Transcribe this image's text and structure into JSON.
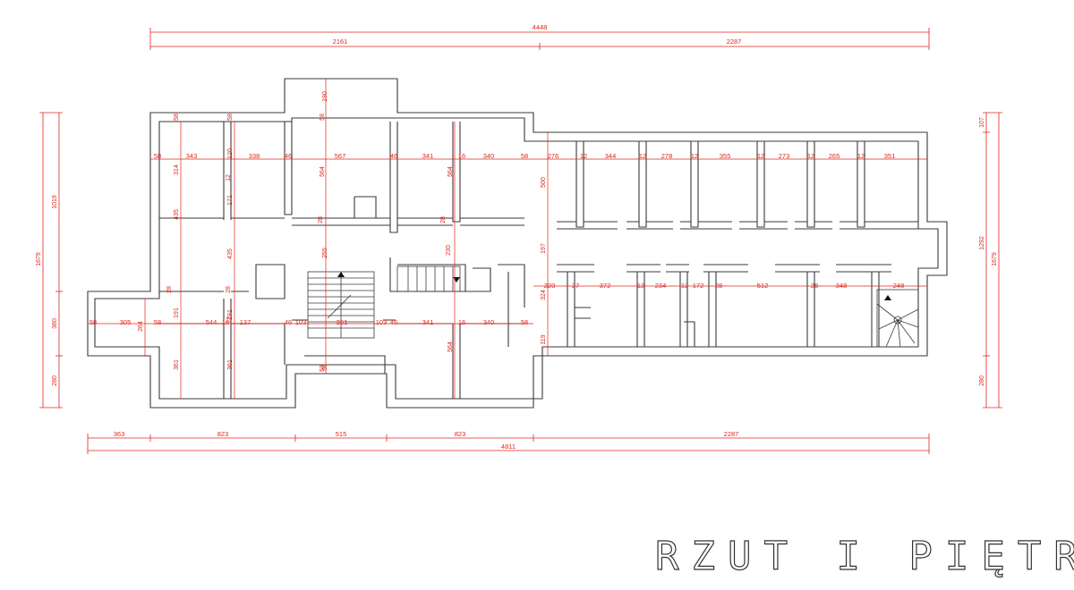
{
  "title": "RZUT I PIĘTRA",
  "colors": {
    "walls": "#3a3a3a",
    "dimensions": "#e0261b",
    "background": "#ffffff"
  },
  "overall_top": {
    "total": "4448",
    "left": "2161",
    "right": "2287"
  },
  "overall_bottom": {
    "segments": [
      "363",
      "823",
      "515",
      "823",
      "2287"
    ],
    "total": "4811"
  },
  "left_vertical": {
    "outer": "1679",
    "upper": "1019",
    "middle": "380",
    "lower": "280"
  },
  "right_vertical": {
    "outer": "1679",
    "upper": "107",
    "middle": "1292",
    "lower": "280"
  },
  "row_upper": [
    "58",
    "343",
    "338",
    "46",
    "567",
    "46",
    "341",
    "16",
    "340",
    "58",
    "276",
    "12",
    "344",
    "12",
    "278",
    "12",
    "355",
    "12",
    "273",
    "12",
    "265",
    "12",
    "351"
  ],
  "row_middle": [
    "220",
    "27",
    "372",
    "12",
    "234",
    "12",
    "172",
    "28",
    "512",
    "28",
    "348",
    "248"
  ],
  "row_lower": [
    "58",
    "305",
    "58",
    "544",
    "16",
    "137",
    "46",
    "103",
    "261",
    "103",
    "46",
    "341",
    "16",
    "340",
    "58"
  ],
  "vertical_labels": [
    "58",
    "58",
    "58",
    "564",
    "564",
    "500",
    "190",
    "58",
    "314",
    "12",
    "171",
    "435",
    "435",
    "28",
    "28",
    "12",
    "255",
    "230",
    "197",
    "324",
    "119",
    "28",
    "28",
    "191",
    "191",
    "264",
    "361",
    "361",
    "564",
    "58",
    "120"
  ]
}
